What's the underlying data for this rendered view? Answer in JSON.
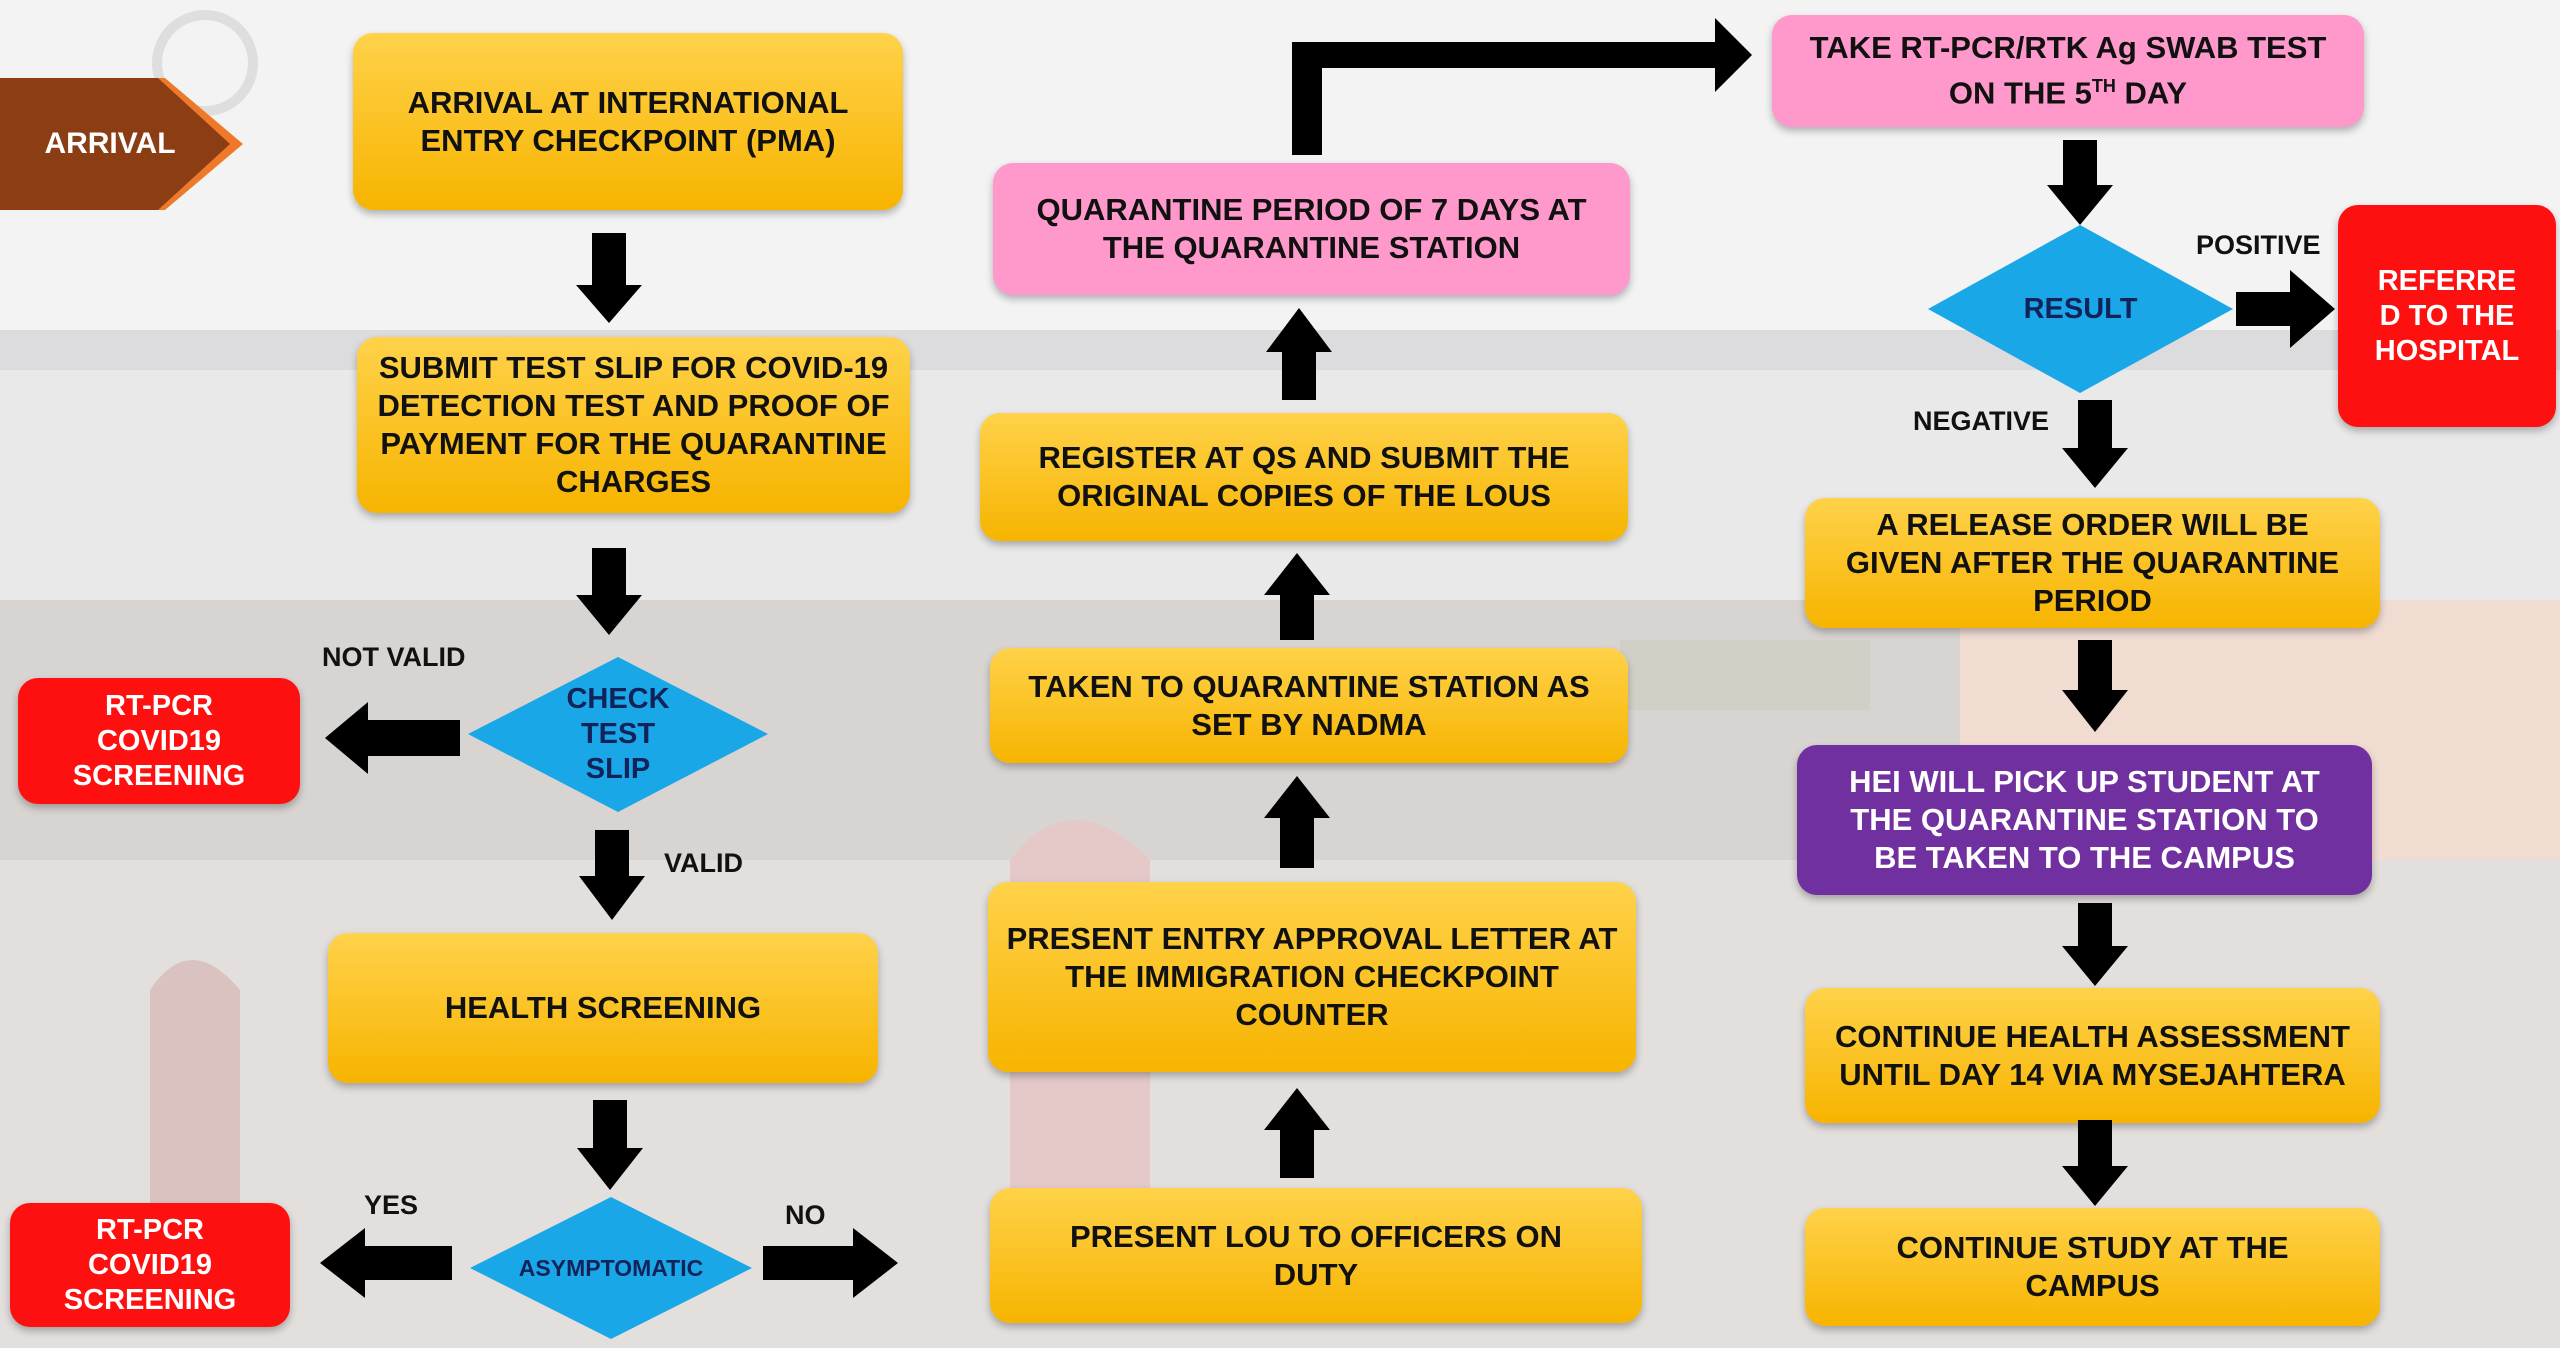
{
  "tag": {
    "label": "ARRIVAL"
  },
  "boxes": {
    "arrival_checkpoint": "ARRIVAL AT INTERNATIONAL ENTRY CHECKPOINT (PMA)",
    "submit_slip": "SUBMIT TEST SLIP FOR COVID-19 DETECTION TEST AND PROOF OF PAYMENT FOR THE QUARANTINE CHARGES",
    "health_screening": "HEALTH SCREENING",
    "rtpcr_top": "RT-PCR COVID19 SCREENING",
    "rtpcr_bottom": "RT-PCR COVID19 SCREENING",
    "present_lou": "PRESENT LOU TO OFFICERS ON DUTY",
    "present_entry": "PRESENT ENTRY APPROVAL LETTER AT THE IMMIGRATION CHECKPOINT COUNTER",
    "taken_qs": "TAKEN TO QUARANTINE STATION AS SET BY NADMA",
    "register_qs": "REGISTER AT QS AND SUBMIT THE ORIGINAL COPIES OF THE LOUS",
    "quarantine_period": "QUARANTINE PERIOD OF 7 DAYS AT THE QUARANTINE STATION",
    "swab_test": {
      "line1": "TAKE RT-PCR/RTK Ag SWAB TEST",
      "line2_pre": "ON THE 5",
      "line2_sup": "TH",
      "line2_post": " DAY"
    },
    "referred": "REFERRE D TO THE HOSPITAL",
    "release_order": "A RELEASE ORDER WILL BE GIVEN AFTER THE QUARANTINE PERIOD",
    "hei_pickup": "HEI WILL PICK UP STUDENT AT THE QUARANTINE STATION TO BE TAKEN TO THE CAMPUS",
    "continue_health": "CONTINUE HEALTH ASSESSMENT UNTIL DAY 14 VIA MYSEJAHTERA",
    "continue_study": "CONTINUE STUDY AT THE CAMPUS"
  },
  "decisions": {
    "check_slip": "CHECK TEST SLIP",
    "asymptomatic": "ASYMPTOMATIC",
    "result": "RESULT"
  },
  "labels": {
    "not_valid": "NOT VALID",
    "valid": "VALID",
    "yes": "YES",
    "no": "NO",
    "positive": "POSITIVE",
    "negative": "NEGATIVE"
  },
  "colors": {
    "process": "#f7b400",
    "quarantine": "#ff99cc",
    "decision": "#1aa7e8",
    "alert": "#ff1010",
    "pickup": "#7030a0",
    "arrival_tag": "#8b3d14"
  }
}
